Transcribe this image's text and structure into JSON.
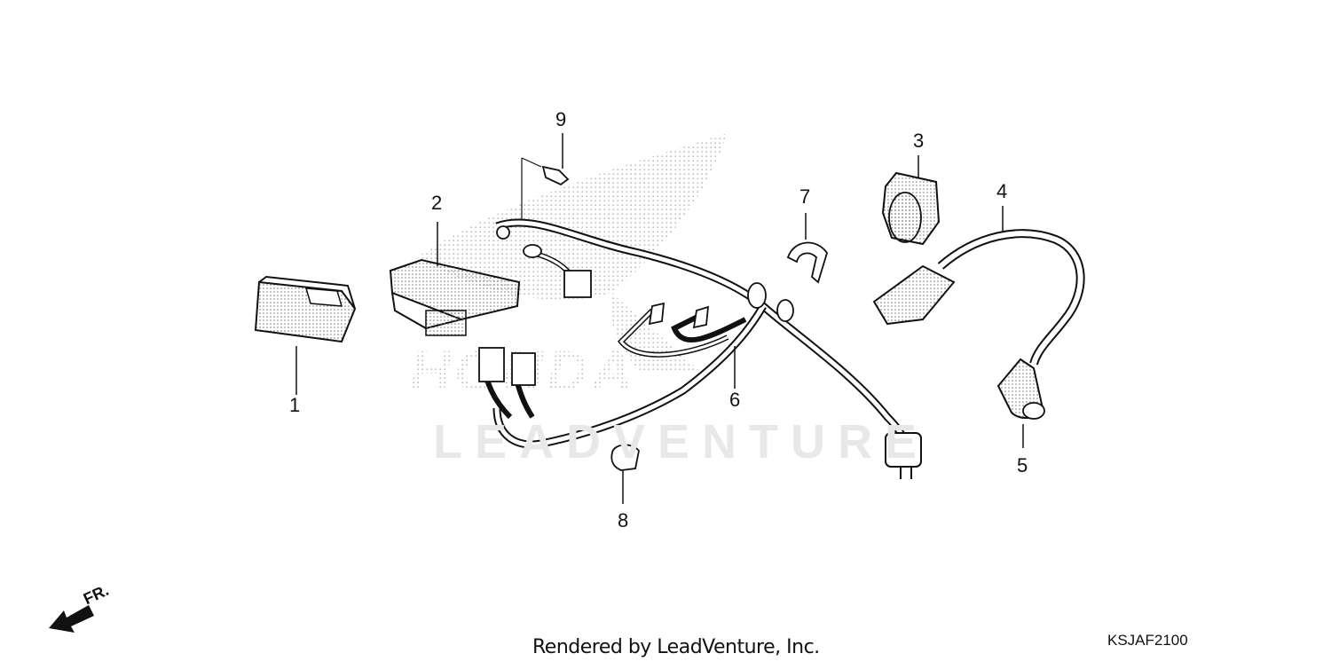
{
  "diagram": {
    "callouts": [
      "1",
      "2",
      "3",
      "4",
      "5",
      "6",
      "7",
      "8",
      "9"
    ],
    "front_label": "FR.",
    "watermark": "LEADVENTURE",
    "footer": "Rendered by LeadVenture, Inc.",
    "code": "KSJAF2100"
  }
}
